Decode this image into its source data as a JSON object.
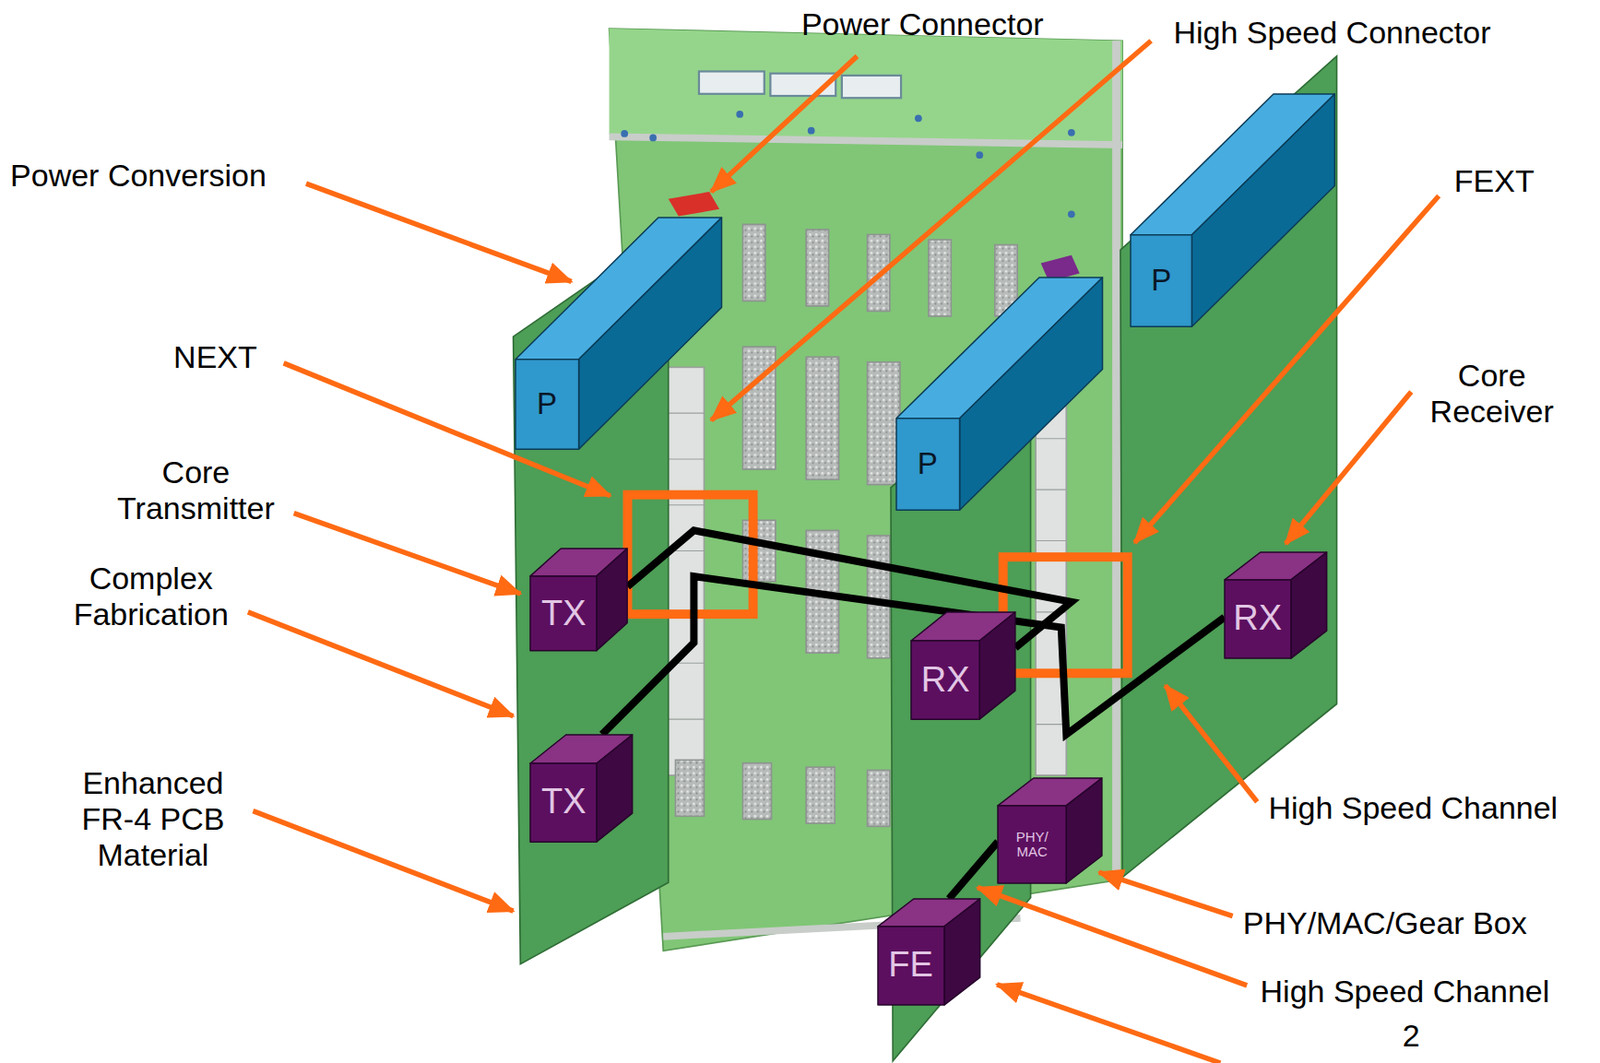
{
  "diagram": {
    "nodes": [
      {
        "text": [
          "P"
        ]
      },
      {
        "text": [
          "P"
        ]
      },
      {
        "text": [
          "P"
        ]
      },
      {
        "text": [
          "TX"
        ]
      },
      {
        "text": [
          "RX"
        ]
      },
      {
        "text": [
          "RX"
        ]
      },
      {
        "text": [
          "TX"
        ]
      },
      {
        "text": [
          "PHY/ MAC"
        ]
      },
      {
        "text": [
          "FE"
        ]
      }
    ],
    "edges": [
      {
        "from": 3,
        "to": 4,
        "arrow": "none"
      },
      {
        "from": 6,
        "to": 5,
        "arrow": "none"
      },
      {
        "from": 7,
        "to": 8,
        "arrow": "none"
      }
    ],
    "labels": [
      "Power Connector",
      "High Speed Connector",
      "Power Conversion",
      "FEXT",
      "NEXT",
      "Core Receiver",
      "Core Transmitter",
      "Complex Fabrication",
      "Enhanced FR-4 PCB Material",
      "High Speed Channel",
      "PHY/MAC/Gear Box",
      "High Speed Channel",
      "2"
    ]
  }
}
